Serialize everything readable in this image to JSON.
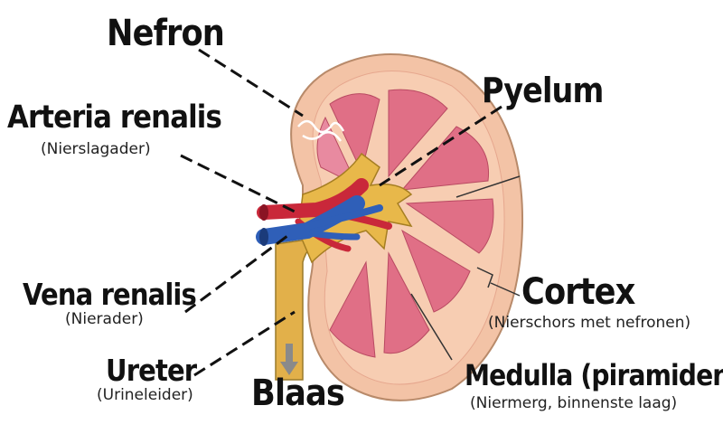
{
  "labels": {
    "nefron": "Nefron",
    "arteria": "Arteria renalis",
    "arteria_sub": "(Nierslagader)",
    "pyelum": "Pyelum",
    "vena": "Vena renalis",
    "vena_sub": "(Nierader)",
    "ureter": "Ureter",
    "ureter_sub": "(Urineleider)",
    "blaas": "Blaas",
    "cortex": "Cortex",
    "cortex_sub": "(Nierschors met nefronen)",
    "medulla": "Medulla (piramiden)",
    "medulla_sub": "(Niermerg, binnenste laag)"
  },
  "colors": {
    "cortex": "#f4c2a8",
    "pyramid": "#e06f86",
    "pelvis": "#e8b84a",
    "artery": "#c9283a",
    "vein": "#2f5fb8",
    "arrow": "#8a8a8a"
  }
}
